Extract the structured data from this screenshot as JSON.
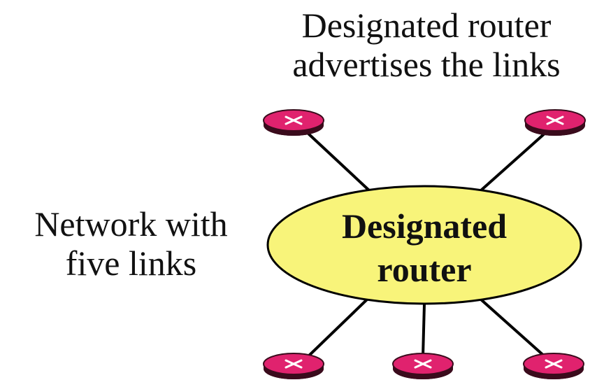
{
  "top_caption": {
    "line1": "Designated router",
    "line2": "advertises the links"
  },
  "left_caption": {
    "line1": "Network with",
    "line2": "five links"
  },
  "center_node": {
    "line1": "Designated",
    "line2": "router",
    "fill": "#f8f47a"
  },
  "router_color": "#e0226e",
  "router_icon": "router-x-icon",
  "router_count": 5
}
